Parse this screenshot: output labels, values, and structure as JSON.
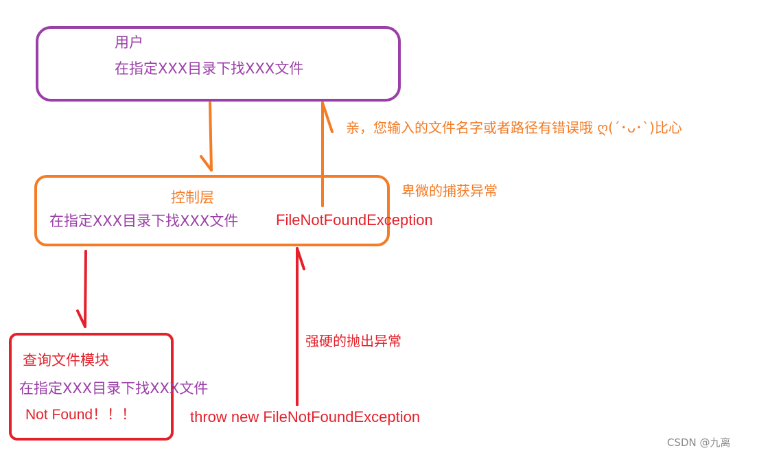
{
  "user_box": {
    "title": "用户",
    "line": "在指定XXX目录下找XXX文件"
  },
  "control_box": {
    "title": "控制层",
    "line": "在指定XXX目录下找XXX文件",
    "exception": "FileNotFoundException"
  },
  "query_box": {
    "title": "查询文件模块",
    "line": "在指定XXX目录下找XXX文件",
    "result": "Not Found！！！"
  },
  "labels": {
    "reply_to_user": "亲，您输入的文件名字或者路径有错误哦 ღ(´･ᴗ･`)比心",
    "catch_exception": "卑微的捕获异常",
    "throw_exception": "强硬的抛出异常",
    "throw_statement": "throw new FileNotFoundException"
  },
  "watermark": "CSDN @九离⁠",
  "colors": {
    "purple": "#9b3fa8",
    "orange": "#f47c26",
    "red": "#e4212b",
    "gray": "#8a8a8a"
  }
}
